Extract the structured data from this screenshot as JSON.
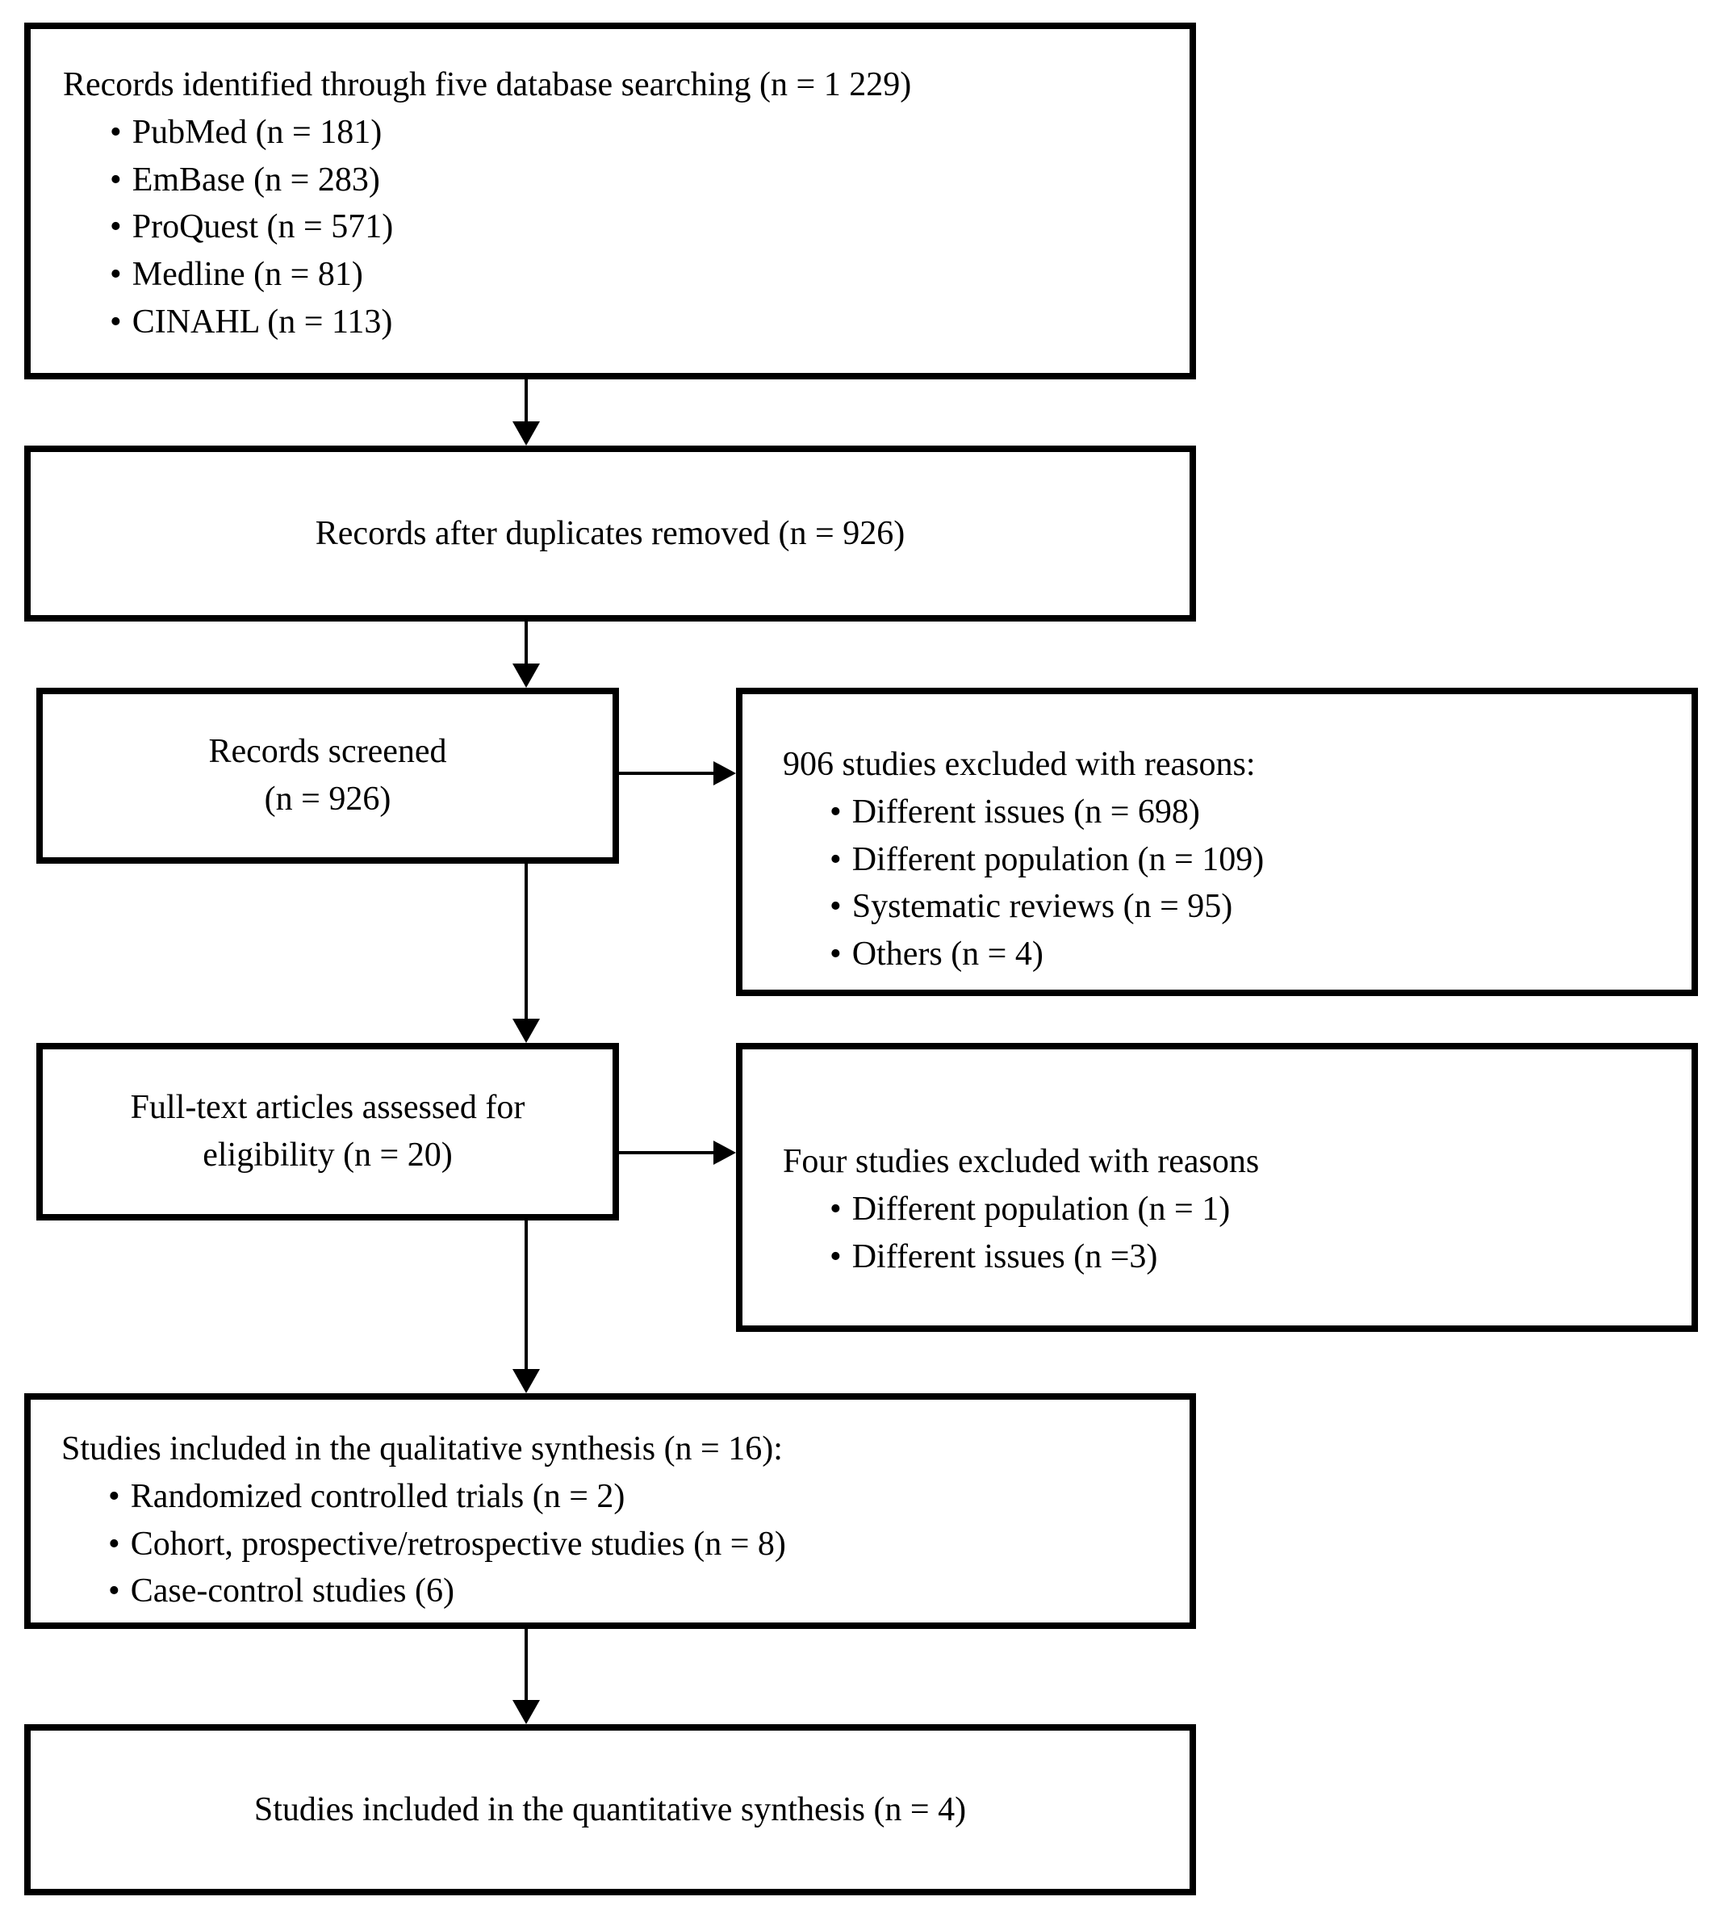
{
  "diagram": {
    "bullet": "•",
    "colors": {
      "border": "#000000",
      "background": "#ffffff",
      "text": "#000000"
    },
    "boxes": {
      "identification": {
        "title": "Records identified through five database searching (n = 1 229)",
        "items": [
          "PubMed (n = 181)",
          "EmBase (n = 283)",
          "ProQuest (n = 571)",
          "Medline (n = 81)",
          "CINAHL (n = 113)"
        ]
      },
      "duplicates_removed": {
        "title": "Records after duplicates removed (n = 926)"
      },
      "screened": {
        "line1": "Records screened",
        "line2": "(n = 926)"
      },
      "screened_excluded": {
        "title": "906 studies excluded with reasons:",
        "items": [
          "Different issues (n = 698)",
          "Different population (n = 109)",
          "Systematic reviews (n = 95)",
          "Others (n = 4)"
        ]
      },
      "fulltext": {
        "line1": "Full-text articles assessed for",
        "line2": "eligibility (n = 20)"
      },
      "fulltext_excluded": {
        "title": "Four studies excluded with reasons",
        "items": [
          "Different population (n = 1)",
          "Different issues (n =3)"
        ]
      },
      "qualitative": {
        "title": "Studies included in the qualitative synthesis (n = 16):",
        "items": [
          "Randomized controlled trials (n = 2)",
          "Cohort, prospective/retrospective studies (n = 8)",
          "Case-control studies (6)"
        ]
      },
      "quantitative": {
        "title": "Studies included in the quantitative synthesis (n = 4)"
      }
    }
  }
}
